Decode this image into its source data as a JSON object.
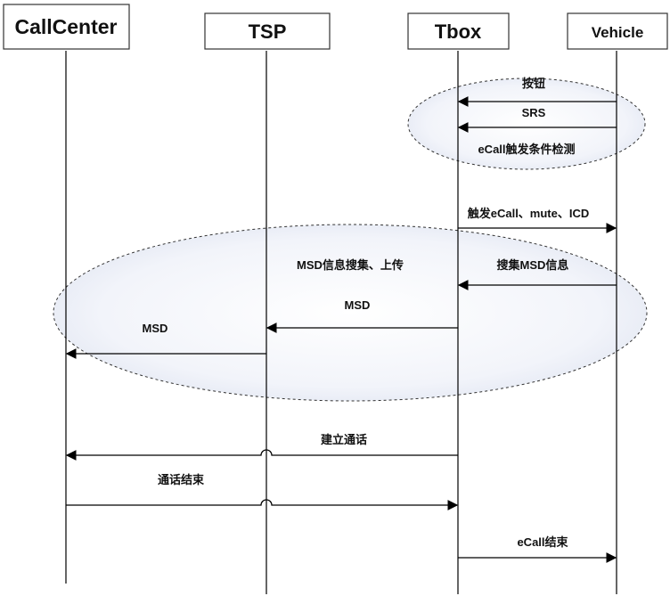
{
  "actors": {
    "callcenter": "CallCenter",
    "tsp": "TSP",
    "tbox": "Tbox",
    "vehicle": "Vehicle"
  },
  "messages": {
    "button": "按钮",
    "srs": "SRS",
    "ecall_trigger_detect": "eCall触发条件检测",
    "trigger_ecall_mute_icd": "触发eCall、mute、ICD",
    "msd_collect_upload": "MSD信息搜集、上传",
    "collect_msd_info": "搜集MSD信息",
    "msd_tbox_to_tsp": "MSD",
    "msd_tsp_to_callcenter": "MSD",
    "establish_call": "建立通话",
    "call_end": "通话结束",
    "ecall_end": "eCall结束"
  }
}
